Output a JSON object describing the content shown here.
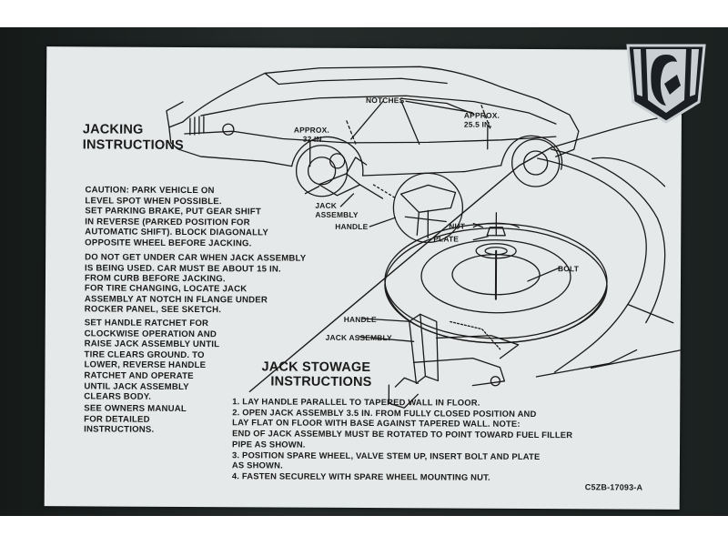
{
  "jacking": {
    "title_line1": "JACKING",
    "title_line2": "INSTRUCTIONS",
    "paragraphs": [
      [
        "CAUTION: PARK VEHICLE ON",
        "LEVEL SPOT WHEN POSSIBLE.",
        "SET PARKING BRAKE, PUT GEAR SHIFT",
        "IN REVERSE (PARKED POSITION FOR",
        "AUTOMATIC SHIFT). BLOCK DIAGONALLY",
        "OPPOSITE WHEEL BEFORE JACKING."
      ],
      [
        "DO NOT GET UNDER CAR WHEN JACK ASSEMBLY",
        "IS BEING USED. CAR MUST BE ABOUT 15 IN.",
        "FROM CURB BEFORE JACKING."
      ],
      [
        "FOR TIRE CHANGING, LOCATE JACK",
        "ASSEMBLY AT NOTCH IN FLANGE UNDER",
        "ROCKER PANEL, SEE SKETCH."
      ],
      [
        "SET HANDLE RATCHET FOR",
        "CLOCKWISE OPERATION AND",
        "RAISE JACK ASSEMBLY UNTIL",
        "TIRE CLEARS GROUND. TO",
        "LOWER, REVERSE HANDLE",
        "RATCHET AND OPERATE",
        "UNTIL JACK ASSEMBLY",
        "CLEARS BODY."
      ],
      [
        "SEE OWNERS MANUAL",
        "FOR DETAILED",
        "INSTRUCTIONS."
      ]
    ]
  },
  "car_labels": {
    "notches": "NOTCHES",
    "approx_front": [
      "APPROX.",
      "32 IN."
    ],
    "approx_rear": [
      "APPROX.",
      "25.5 IN."
    ],
    "jack_assembly": [
      "JACK",
      "ASSEMBLY"
    ],
    "handle": "HANDLE"
  },
  "stowage_labels": {
    "nut": "NUT",
    "plate": "PLATE",
    "bolt": "BOLT",
    "handle": "HANDLE",
    "jack_assembly": "JACK ASSEMBLY"
  },
  "stowage": {
    "title_line1": "JACK STOWAGE",
    "title_line2": "INSTRUCTIONS",
    "steps": [
      "1.  LAY HANDLE PARALLEL TO TAPERED WALL IN FLOOR.",
      "2.  OPEN JACK ASSEMBLY 3.5 IN. FROM FULLY CLOSED POSITION AND",
      "      LAY FLAT ON FLOOR WITH BASE AGAINST TAPERED WALL. NOTE:",
      "      END OF JACK ASSEMBLY MUST BE ROTATED TO POINT TOWARD FUEL FILLER",
      "      PIPE AS SHOWN.",
      "3.  POSITION SPARE WHEEL, VALVE STEM UP, INSERT BOLT AND PLATE",
      "      AS SHOWN.",
      "4.  FASTEN SECURELY WITH SPARE WHEEL MOUNTING NUT."
    ]
  },
  "part_number": "C5ZB-17093-A",
  "logo": {
    "name": "dealer-logo",
    "colors": {
      "metal": "#c9cfd3",
      "dark": "#1b1e22"
    }
  }
}
